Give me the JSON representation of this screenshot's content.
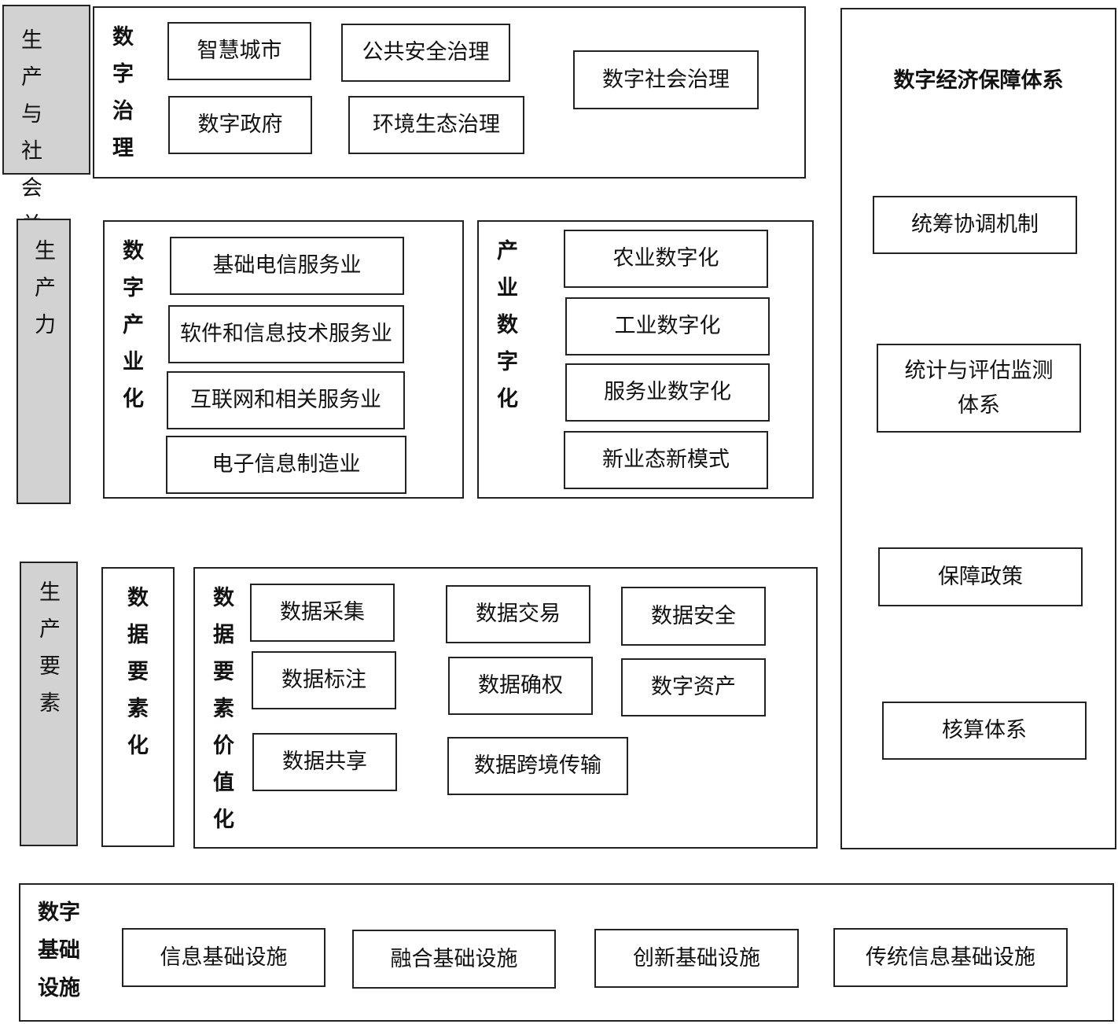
{
  "layers": {
    "social_relations": {
      "side_label": "生产与社会关系",
      "group": {
        "label": "数字治理",
        "items": [
          "智慧城市",
          "公共安全治理",
          "数字社会治理",
          "数字政府",
          "环境生态治理"
        ]
      }
    },
    "productivity": {
      "side_label": "生产力",
      "groups": [
        {
          "label": "数字产业化",
          "items": [
            "基础电信服务业",
            "软件和信息技术服务业",
            "互联网和相关服务业",
            "电子信息制造业"
          ]
        },
        {
          "label": "产业数字化",
          "items": [
            "农业数字化",
            "工业数字化",
            "服务业数字化",
            "新业态新模式"
          ]
        }
      ]
    },
    "factors": {
      "side_label": "生产要素",
      "group_a": {
        "label": "数据要素化"
      },
      "group_b": {
        "label": "数据要素价值化",
        "items": [
          "数据采集",
          "数据交易",
          "数据安全",
          "数据标注",
          "数据确权",
          "数字资产",
          "数据共享",
          "数据跨境传输"
        ]
      }
    }
  },
  "safeguard": {
    "title": "数字经济保障体系",
    "items": [
      "统筹协调机制",
      "统计与评估监测体系",
      "保障政策",
      "核算体系"
    ]
  },
  "infrastructure": {
    "label": "数字基础设施",
    "items": [
      "信息基础设施",
      "融合基础设施",
      "创新基础设施",
      "传统信息基础设施"
    ]
  }
}
